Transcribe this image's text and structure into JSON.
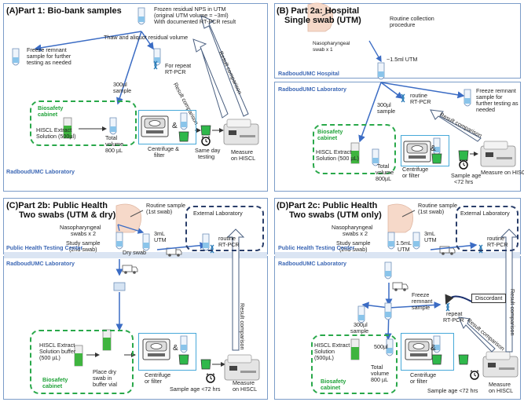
{
  "panelA": {
    "title": "(A)Part 1: Bio-bank samples",
    "frozen": [
      "Frozen residual NPS in UTM",
      "(original UTM volume = ~3ml)",
      "With documented RT-PCR result"
    ],
    "thaw": "Thaw and aliquot residual volume",
    "freeze": [
      "Freeze remnant",
      "sample for further",
      "testing as needed"
    ],
    "repeat": [
      "For repeat",
      "RT-PCR"
    ],
    "sample300": [
      "300µl",
      "sample"
    ],
    "biosafety": [
      "Biosafety",
      "cabinet"
    ],
    "extract": [
      "HISCL Extract",
      "Solution (500µl)"
    ],
    "total": [
      "Total",
      "volume",
      "800 µL"
    ],
    "centrifuge": [
      "Centrifuge &",
      "filter"
    ],
    "sameday": [
      "Same day",
      "testing"
    ],
    "measure": [
      "Measure",
      "on HISCL"
    ],
    "result1": "Result comparison",
    "result2": "Result comparison",
    "lab": "RadboudUMC Laboratory"
  },
  "panelB": {
    "title": [
      "(B) Part 2a: Hospital",
      "Single swab (UTM)"
    ],
    "routine": [
      "Routine collection",
      "procedure"
    ],
    "naso": [
      "Nasopharyngeal",
      "swab x 1"
    ],
    "utm": "~1.5ml UTM",
    "hospital": "RadboudUMC Hospital",
    "lab": "RadboudUMC Laboratory",
    "rtpcr": [
      "routine",
      "RT-PCR"
    ],
    "freeze": [
      "Freeze remnant",
      "sample for",
      "further testing as",
      "needed"
    ],
    "result": "Result comparison",
    "sample300": [
      "300µl",
      "sample"
    ],
    "biosafety": [
      "Biosafety",
      "cabinet"
    ],
    "extract": [
      "HISCL Extract",
      "Solution (500 µL)"
    ],
    "total": [
      "Total",
      "volume",
      "800µL"
    ],
    "centrifuge": [
      "Centrifuge",
      "or filter"
    ],
    "sampleage": [
      "Sample age",
      "<72 hrs"
    ],
    "measure": "Measure on HISCL"
  },
  "panelC": {
    "title": [
      "(C)Part 2b: Public Health",
      "Two swabs (UTM & dry)"
    ],
    "routine": [
      "Routine sample",
      "(1st swab)"
    ],
    "external": "External Laboratory",
    "naso": [
      "Nasopharyngeal",
      "swabs x 2"
    ],
    "utm": [
      "3mL",
      "UTM"
    ],
    "rtpcr": [
      "routine",
      "RT-PCR"
    ],
    "study": [
      "Study sample",
      "(2nd swab)"
    ],
    "dry": "Dry swab",
    "phtc": "Public Health Testing Center",
    "lab": "RadboudUMC Laboratory",
    "result": "Result comparison",
    "extract": [
      "HISCL Extract",
      "Solution buffer",
      "(500 µL)"
    ],
    "place": [
      "Place dry",
      "swab in",
      "buffer vial"
    ],
    "biosafety": [
      "Biosafety",
      "cabinet"
    ],
    "centrifuge": [
      "Centrifuge",
      "or filter"
    ],
    "sampleage": "Sample age <72 hrs",
    "measure": [
      "Measure",
      "on HISCL"
    ]
  },
  "panelD": {
    "title": [
      "(D)Part 2c: Public Health",
      "Two swabs (UTM only)"
    ],
    "routine": [
      "Routine sample",
      "(1st swab)"
    ],
    "external": "External Laboratory",
    "naso": [
      "Nasopharyngeal",
      "swabs x 2"
    ],
    "utm3": [
      "3mL",
      "UTM"
    ],
    "rtpcr": [
      "routine",
      "RT-PCR"
    ],
    "study": [
      "Study sample",
      "(2nd swab)"
    ],
    "utm15": [
      "1.5mL",
      "UTM"
    ],
    "phtc": "Public Health Testing Center",
    "lab": "RadboudUMC Laboratory",
    "freeze": [
      "Freeze",
      "remnant",
      "sample"
    ],
    "repeat": [
      "repeat",
      "RT-PCR"
    ],
    "discordant": "Discordant",
    "result1": "Result comparison",
    "result2": "Result comparison",
    "sample300": [
      "300µl",
      "sample"
    ],
    "extract": [
      "HISCL Extract",
      "Solution",
      "(500µL)"
    ],
    "ul500": "500µl",
    "total": [
      "Total",
      "volume",
      "800 µL"
    ],
    "biosafety": [
      "Biosafety",
      "cabinet"
    ],
    "centrifuge": [
      "Centrifuge",
      "or filter"
    ],
    "sampleage": "Sample age <72 hrs",
    "measure": [
      "Measure",
      "on HISCL"
    ]
  }
}
